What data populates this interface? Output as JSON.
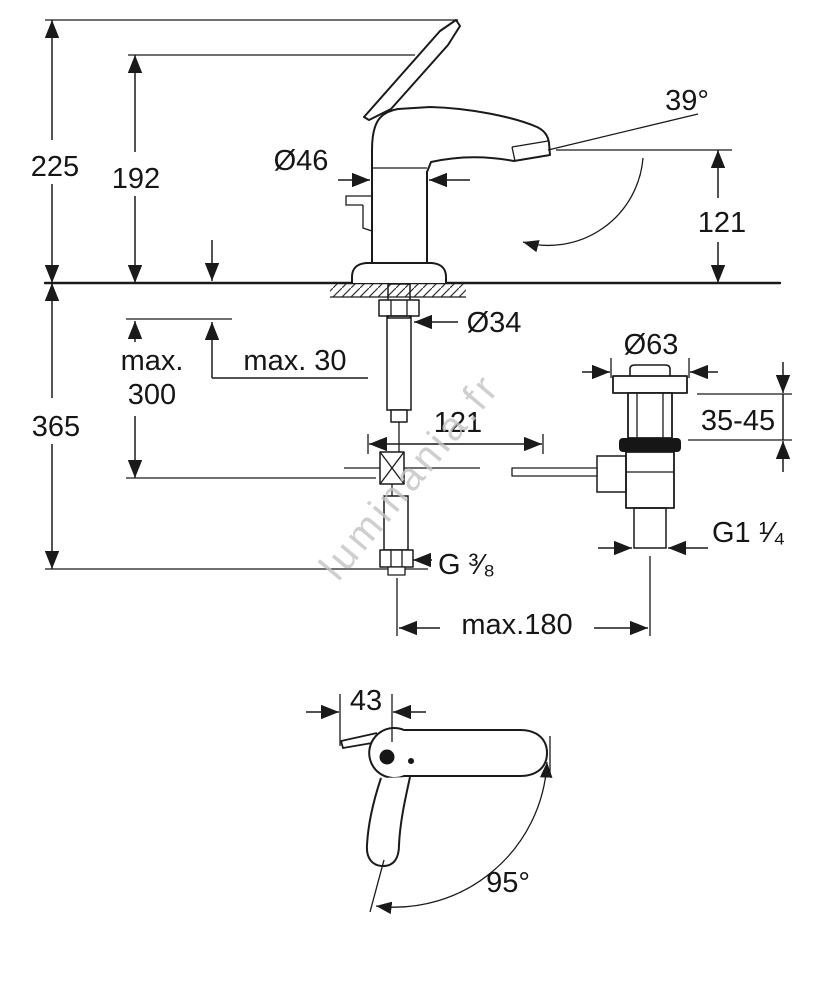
{
  "watermark": "luminania.fr",
  "side_view": {
    "total_height": "225",
    "body_height": "192",
    "body_diameter": "Ø46",
    "spout_angle": "39°",
    "spout_height": "121"
  },
  "installation": {
    "hole_diameter": "Ø34",
    "deck_thickness": "max. 30",
    "hose_length_line1": "max.",
    "hose_length_line2": "300",
    "below_deck_total": "365",
    "rod_offset": "121",
    "waste_flange_diameter": "Ø63",
    "clamping_range": "35-45",
    "waste_thread": "G1 ¹⁄₄",
    "hose_thread": "G ³⁄₈",
    "max_reach": "max.180"
  },
  "top_view": {
    "handle_width": "43",
    "handle_swing_angle": "95°"
  }
}
